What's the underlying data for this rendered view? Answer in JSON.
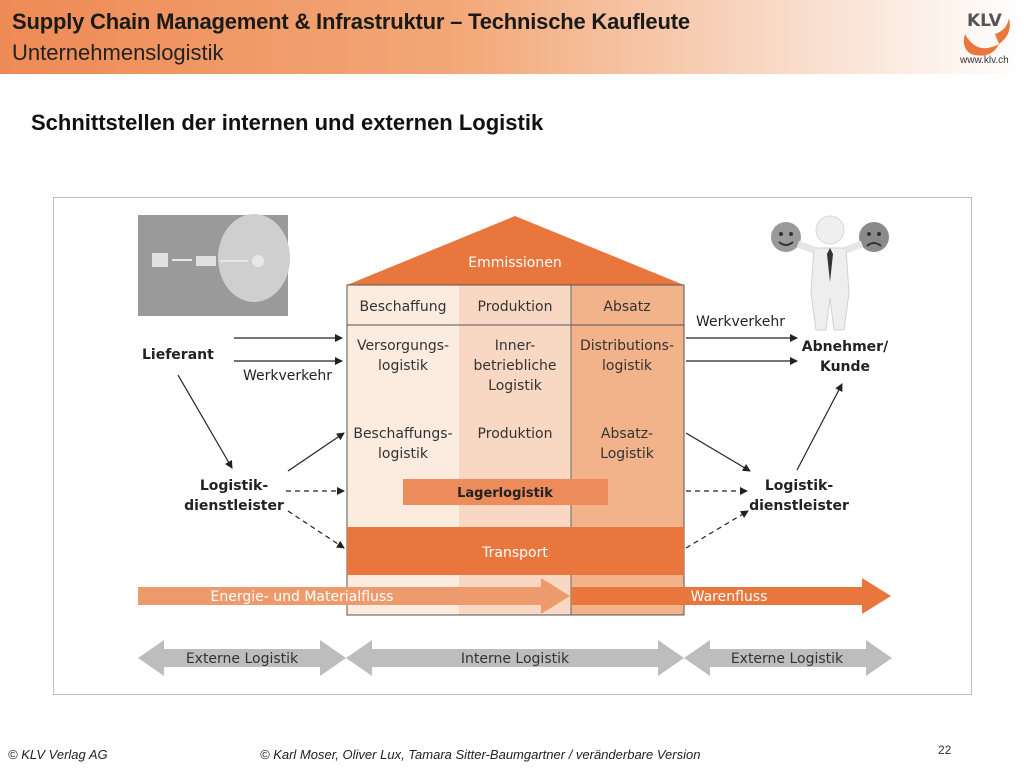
{
  "header": {
    "title": "Supply Chain Management & Infrastruktur – Technische Kaufleute",
    "subtitle": "Unternehmenslogistik",
    "logo_text": "KLV",
    "logo_url": "www.klv.ch"
  },
  "slide_title": "Schnittstellen der internen und externen Logistik",
  "diagram": {
    "roof": "Emmissionen",
    "columns": [
      "Beschaffung",
      "Produktion",
      "Absatz"
    ],
    "row1": [
      "Versorgungs-",
      "logistik",
      "Inner-",
      "betriebliche",
      "Logistik",
      "Distributions-",
      "logistik"
    ],
    "row2": [
      "Beschaffungs-",
      "logistik",
      "Produktion",
      "Absatz-",
      "Logistik"
    ],
    "lagerlogistik": "Lagerlogistik",
    "transport": "Transport",
    "left_labels": {
      "lieferant": "Lieferant",
      "werkverkehr": "Werkverkehr",
      "dienstleister": [
        "Logistik-",
        "dienstleister"
      ]
    },
    "right_labels": {
      "werkverkehr": "Werkverkehr",
      "kunde": [
        "Abnehmer/",
        "Kunde"
      ],
      "dienstleister": [
        "Logistik-",
        "dienstleister"
      ]
    },
    "flow_left": "Energie- und Materialfluss",
    "flow_right": "Warenfluss",
    "bottom": [
      "Externe Logistik",
      "Interne Logistik",
      "Externe Logistik"
    ],
    "colors": {
      "dark_orange": "#e8763d",
      "mid_orange": "#f2b28a",
      "light_orange": "#f9d8c3",
      "pale_orange": "#fcebdf",
      "grey_arrow": "#bdbdbd"
    }
  },
  "footer": {
    "left": "© KLV Verlag AG",
    "center": "© Karl Moser, Oliver Lux, Tamara Sitter-Baumgartner / veränderbare Version",
    "page": "22"
  }
}
